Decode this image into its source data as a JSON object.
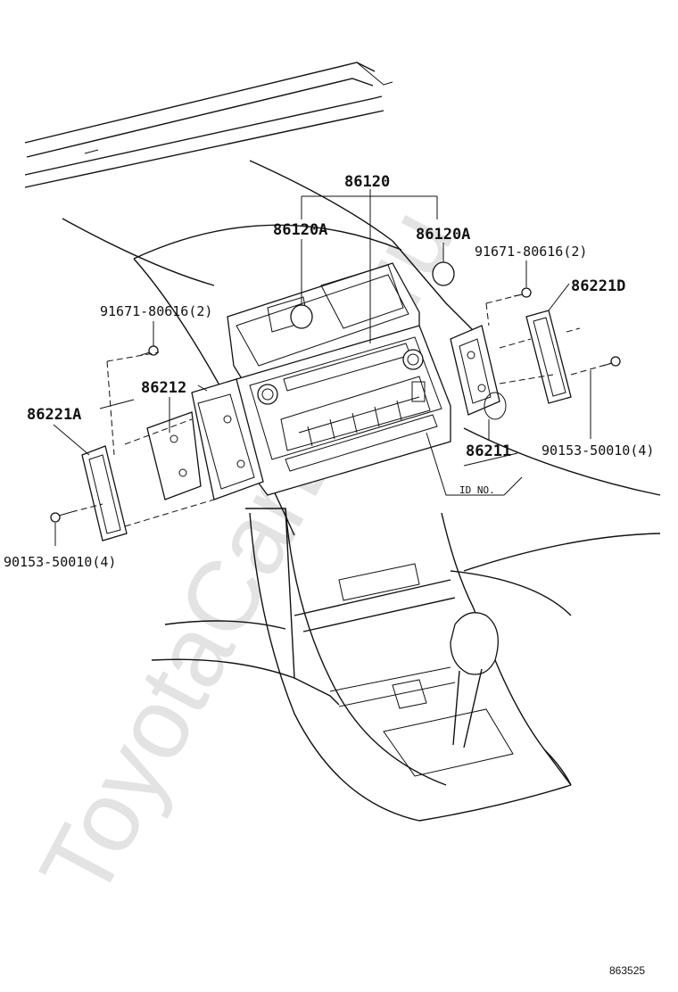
{
  "watermark": "ToyotaCarLine.ru",
  "parts": {
    "radio_assembly": "86120",
    "knob_left": "86120A",
    "knob_right": "86120A",
    "screw_upper_left": "91671-80616(2)",
    "screw_upper_right": "91671-80616(2)",
    "bracket_left": "86212",
    "bracket_right": "86211",
    "trim_left": "86221A",
    "trim_right": "86221D",
    "bolt_lower_left": "90153-50010(4)",
    "bolt_lower_right": "90153-50010(4)",
    "id_label": "ID NO."
  },
  "diagram_code": "863525"
}
